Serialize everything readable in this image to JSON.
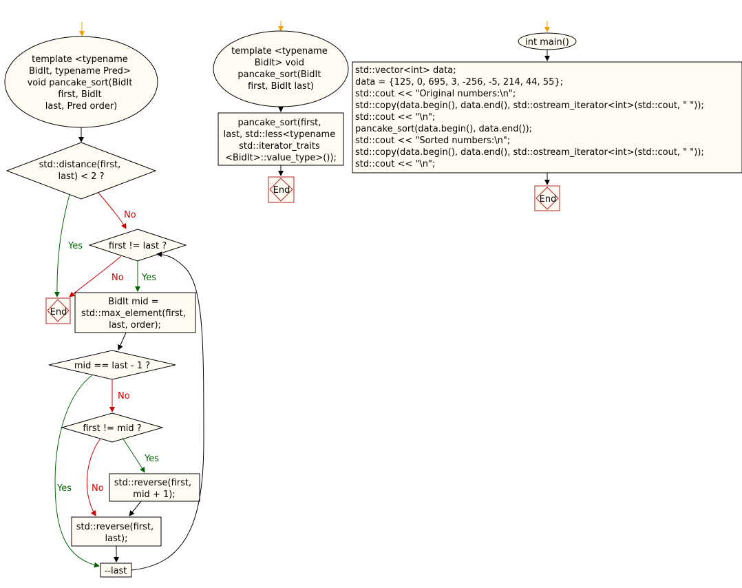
{
  "flowchart_left": {
    "start": {
      "lines": [
        "template <typename",
        "BidIt, typename Pred>",
        "void pancake_sort(BidIt",
        "first, BidIt",
        "last, Pred order)"
      ]
    },
    "check_distance": {
      "lines": [
        "std::distance(first,",
        "last) < 2 ?"
      ]
    },
    "check_first_last": {
      "lines": [
        "first != last ?"
      ]
    },
    "mid_assign": {
      "lines": [
        "BidIt mid =",
        "std::max_element(first,",
        "last, order);"
      ]
    },
    "check_mid_last": {
      "lines": [
        "mid == last - 1 ?"
      ]
    },
    "check_first_mid": {
      "lines": [
        "first != mid ?"
      ]
    },
    "reverse_mid": {
      "lines": [
        "std::reverse(first,",
        "mid + 1);"
      ]
    },
    "reverse_last": {
      "lines": [
        "std::reverse(first,",
        "last);"
      ]
    },
    "decrement_last": {
      "lines": [
        "--last"
      ]
    },
    "end": {
      "label": "End"
    }
  },
  "flowchart_middle": {
    "start": {
      "lines": [
        "template <typename",
        "BidIt> void",
        "pancake_sort(BidIt",
        "first, BidIt last)"
      ]
    },
    "call": {
      "lines": [
        "pancake_sort(first,",
        "last, std::less<typename",
        "std::iterator_traits",
        "<BidIt>::value_type>());"
      ]
    },
    "end": {
      "label": "End"
    }
  },
  "flowchart_right": {
    "start": {
      "lines": [
        "int main()"
      ]
    },
    "body": {
      "lines": [
        "std::vector<int> data;",
        "data = {125, 0, 695, 3, -256, -5, 214, 44, 55};",
        "std::cout << \"Original numbers:\\n\";",
        "std::copy(data.begin(), data.end(), std::ostream_iterator<int>(std::cout, \" \"));",
        "std::cout << \"\\n\";",
        "pancake_sort(data.begin(), data.end());",
        "std::cout << \"Sorted numbers:\\n\";",
        "std::copy(data.begin(), data.end(), std::ostream_iterator<int>(std::cout, \" \"));",
        "std::cout << \"\\n\";"
      ]
    },
    "end": {
      "label": "End"
    }
  },
  "edge_labels": {
    "yes": "Yes",
    "no": "No"
  },
  "colors": {
    "node_fill": "#fffbf3",
    "end_border": "#b22222",
    "yes_edge": "#006400",
    "no_edge": "#cc0000",
    "entry_arrow": "#f0a000"
  }
}
